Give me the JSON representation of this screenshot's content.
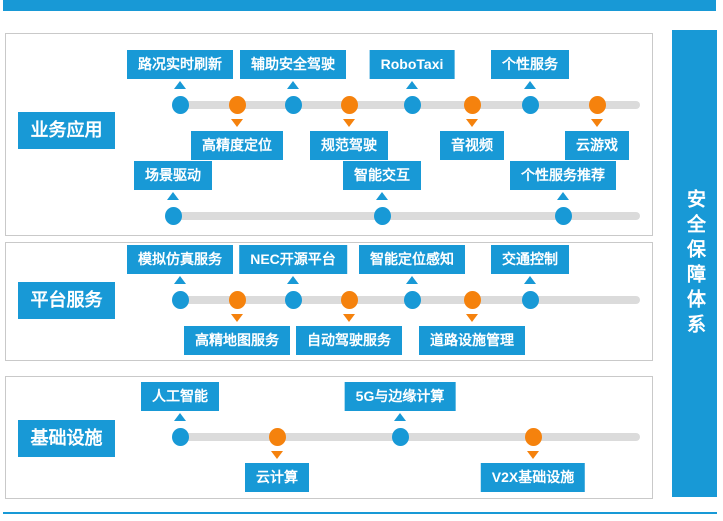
{
  "colors": {
    "blue": "#1899D6",
    "orange": "#F5820D",
    "track": "#DBDBDB",
    "border": "#C9C9C9"
  },
  "right_bar": {
    "label": "安全保障体系"
  },
  "sections": [
    {
      "label": "业务应用",
      "rows": [
        {
          "items": [
            {
              "label": "路况实时刷新",
              "side": "top"
            },
            {
              "label": "高精度定位",
              "side": "bottom"
            },
            {
              "label": "辅助安全驾驶",
              "side": "top"
            },
            {
              "label": "规范驾驶",
              "side": "bottom"
            },
            {
              "label": "RoboTaxi",
              "side": "top"
            },
            {
              "label": "音视频",
              "side": "bottom"
            },
            {
              "label": "个性服务",
              "side": "top"
            },
            {
              "label": "云游戏",
              "side": "bottom"
            }
          ]
        },
        {
          "items": [
            {
              "label": "场景驱动",
              "side": "top"
            },
            {
              "label": "智能交互",
              "side": "top"
            },
            {
              "label": "个性服务推荐",
              "side": "top"
            }
          ]
        }
      ]
    },
    {
      "label": "平台服务",
      "rows": [
        {
          "items": [
            {
              "label": "模拟仿真服务",
              "side": "top"
            },
            {
              "label": "高精地图服务",
              "side": "bottom"
            },
            {
              "label": "NEC开源平台",
              "side": "top"
            },
            {
              "label": "自动驾驶服务",
              "side": "bottom"
            },
            {
              "label": "智能定位感知",
              "side": "top"
            },
            {
              "label": "道路设施管理",
              "side": "bottom"
            },
            {
              "label": "交通控制",
              "side": "top"
            }
          ]
        }
      ]
    },
    {
      "label": "基础设施",
      "rows": [
        {
          "items": [
            {
              "label": "人工智能",
              "side": "top"
            },
            {
              "label": "云计算",
              "side": "bottom"
            },
            {
              "label": "5G与边缘计算",
              "side": "top"
            },
            {
              "label": "V2X基础设施",
              "side": "bottom"
            }
          ]
        }
      ]
    }
  ]
}
